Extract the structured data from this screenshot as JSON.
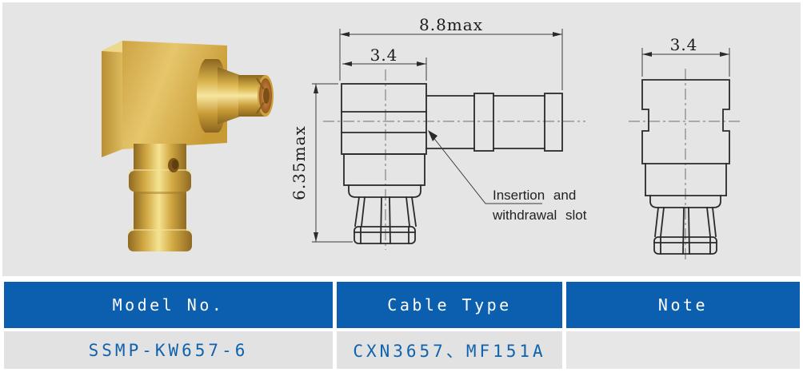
{
  "page": {
    "background": "#ffffff",
    "panel_background": "#e5e5e5"
  },
  "render": {
    "gold": "#d9b34a",
    "gold_highlight": "#f5e393",
    "gold_shadow": "#8f6a22",
    "copper": "#b87333"
  },
  "drawing": {
    "side_view": {
      "dim_total_width": "8.8max",
      "dim_body_width": "3.4",
      "dim_height": "6.35max",
      "callout_line1": "Insertion and",
      "callout_line2": "withdrawal slot"
    },
    "front_view": {
      "dim_width": "3.4"
    }
  },
  "table": {
    "colors": {
      "header_bg": "#0b5fae",
      "header_text": "#ffffff",
      "row_bg": "#e2e2e2",
      "value_text": "#0f62ae"
    },
    "columns": [
      {
        "label": "Model No.",
        "value": "SSMP-KW657-6"
      },
      {
        "label": "Cable Type",
        "value": "CXN3657、MF151A"
      },
      {
        "label": "Note",
        "value": ""
      }
    ]
  }
}
